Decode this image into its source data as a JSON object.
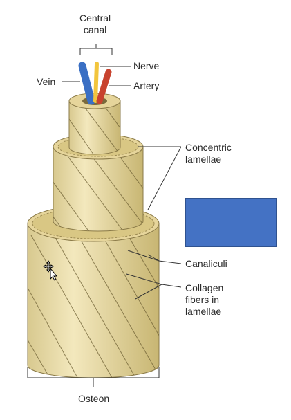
{
  "diagram": {
    "labels": {
      "central_canal": "Central\ncanal",
      "nerve": "Nerve",
      "vein": "Vein",
      "artery": "Artery",
      "concentric_lamellae": "Concentric\nlamellae",
      "canaliculi": "Canaliculi",
      "collagen_fibers": "Collagen\nfibers in\nlamellae",
      "osteon": "Osteon"
    },
    "colors": {
      "bone": "#e9dca6",
      "bone_shade": "#c9b775",
      "vein": "#3a6fc4",
      "nerve": "#f2c53d",
      "artery": "#c8432f",
      "overlay_box": "#4472c4"
    }
  }
}
